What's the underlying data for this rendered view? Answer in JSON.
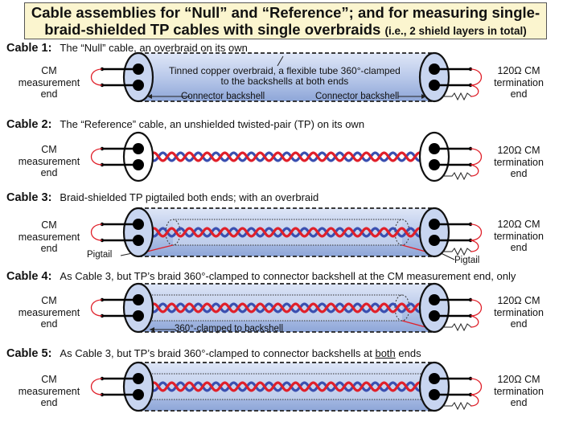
{
  "title": {
    "line1": "Cable assemblies for “Null” and “Reference”; and for measuring single-",
    "line2": "braid-shielded TP cables with single overbraids",
    "line2_small": "(i.e., 2 shield layers in total)"
  },
  "ends": {
    "left": "CM\nmeasurement\nend",
    "right": "120Ω CM\ntermination\nend"
  },
  "cables": [
    {
      "label": "Cable 1:",
      "description": "The “Null” cable, an overbraid on its own"
    },
    {
      "label": "Cable 2:",
      "description": "The “Reference” cable, an unshielded twisted-pair (TP) on its own"
    },
    {
      "label": "Cable 3:",
      "description": "Braid-shielded TP pigtailed both ends; with an overbraid"
    },
    {
      "label": "Cable 4:",
      "description": "As Cable 3, but TP’s braid 360°-clamped to connector backshell at the CM measurement end, only"
    },
    {
      "label": "Cable 5:",
      "description": "As Cable 3, but TP’s braid 360°-clamped to connector backshells at ",
      "description_underlined": "both",
      "description_end": " ends"
    }
  ],
  "annotations": {
    "overbraid_line1": "Tinned copper overbraid, a flexible tube 360°-clamped",
    "overbraid_line2": "to the backshells at both ends",
    "backshell_left": "Connector backshell",
    "backshell_right": "Connector backshell",
    "pigtail_left": "Pigtail",
    "pigtail_right": "Pigtail",
    "clamped": "360°-clamped to backshell"
  },
  "colors": {
    "tube": "#b9c9ea",
    "red_wire": "#e0202a",
    "blue_wire": "#3a4fb0",
    "title_bg": "#fbf5cf"
  }
}
